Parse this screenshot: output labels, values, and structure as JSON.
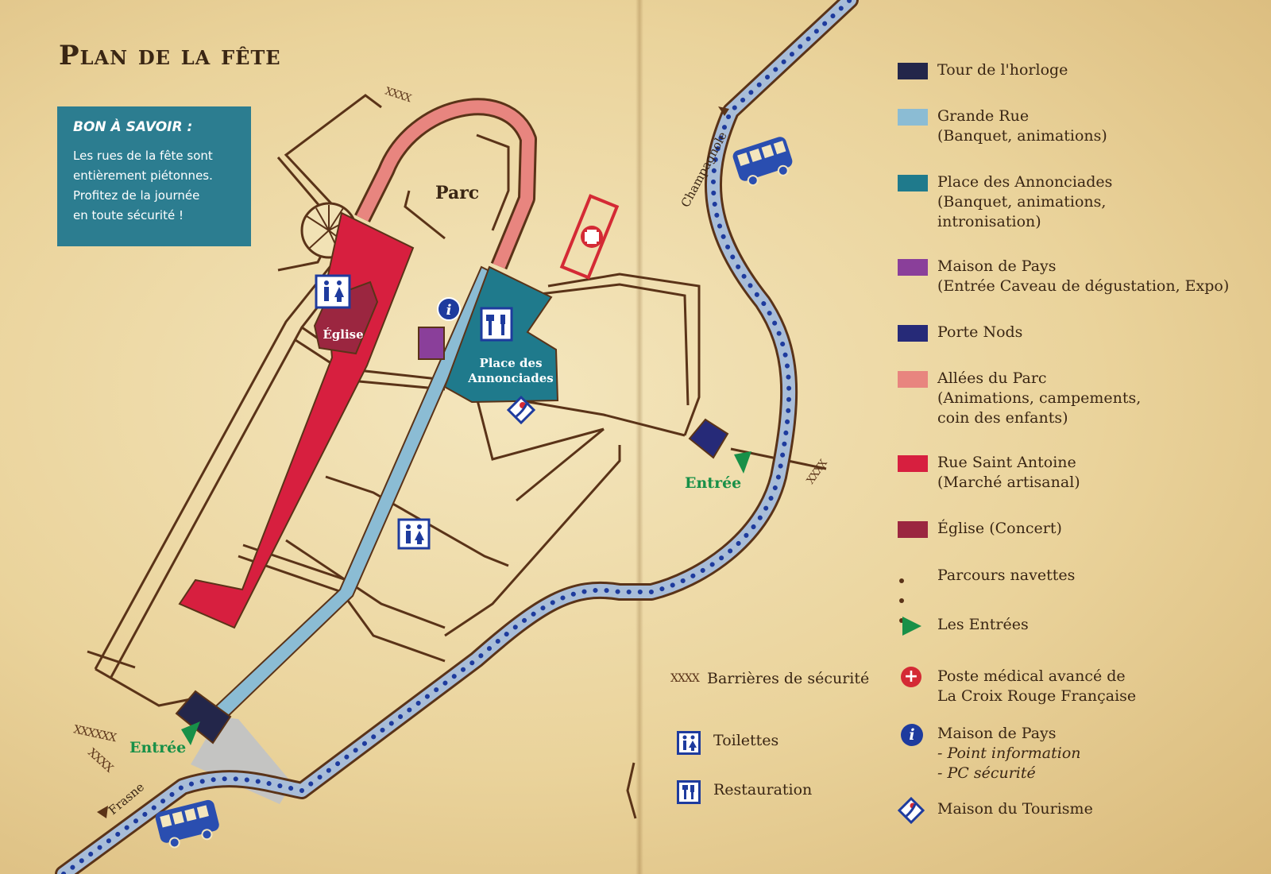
{
  "title": "Plan de la fête",
  "info_box": {
    "heading": "BON À SAVOIR :",
    "body_lines": [
      "Les rues de la fête sont",
      "entièrement piétonnes.",
      "Profitez de la journée",
      "en toute sécurité !"
    ]
  },
  "map_labels": {
    "parc": "Parc",
    "eglise": "Église",
    "place_line1": "Place des",
    "place_line2": "Annonciades",
    "entree_left": "Entrée",
    "entree_right": "Entrée",
    "champagnole": "Champagnole",
    "frasne": "Frasne",
    "barrier_mark": "XXXX",
    "barrier_mark_long": "XXXXXX"
  },
  "colors": {
    "tour_horloge": "#23264a",
    "grande_rue": "#8bbcd4",
    "place_annonciades": "#1f7a8c",
    "maison_de_pays": "#8a3f9a",
    "porte_nods": "#262a78",
    "allees_parc": "#e8857f",
    "rue_saint_antoine": "#d71f3f",
    "eglise": "#9b2640",
    "entree": "#189048",
    "road": "#a8bdd8",
    "shuttle_dot": "#1e3b9e",
    "street_outline": "#5a3318"
  },
  "legend": [
    {
      "name": "Tour de l'horloge",
      "sub": []
    },
    {
      "name": "Grande Rue",
      "sub": [
        "(Banquet, animations)"
      ]
    },
    {
      "name": "Place des Annonciades",
      "sub": [
        "(Banquet, animations,",
        "intronisation)"
      ]
    },
    {
      "name": "Maison de Pays",
      "sub": [
        "(Entrée Caveau de dégustation, Expo)"
      ]
    },
    {
      "name": "Porte Nods",
      "sub": []
    },
    {
      "name": "Allées du Parc",
      "sub": [
        "(Animations, campements,",
        "coin des enfants)"
      ]
    },
    {
      "name": "Rue Saint Antoine",
      "sub": [
        "(Marché artisanal)"
      ]
    },
    {
      "name": "Église (Concert)",
      "sub": []
    }
  ],
  "legend_extra": {
    "parcours": "Parcours navettes",
    "entrees": "Les Entrées",
    "poste_medical_1": "Poste médical avancé de",
    "poste_medical_2": "La Croix Rouge Française",
    "maison_pays": "Maison de Pays",
    "point_info": "- Point information",
    "pc_securite": "- PC sécurité",
    "maison_tourisme": "Maison du Tourisme",
    "barrieres": "Barrières de sécurité",
    "toilettes": "Toilettes",
    "restauration": "Restauration"
  },
  "icons": [
    "toilets-icon",
    "restaurant-icon",
    "info-icon",
    "first-aid-icon",
    "tourism-icon",
    "bus-icon",
    "entrance-arrow-icon"
  ]
}
